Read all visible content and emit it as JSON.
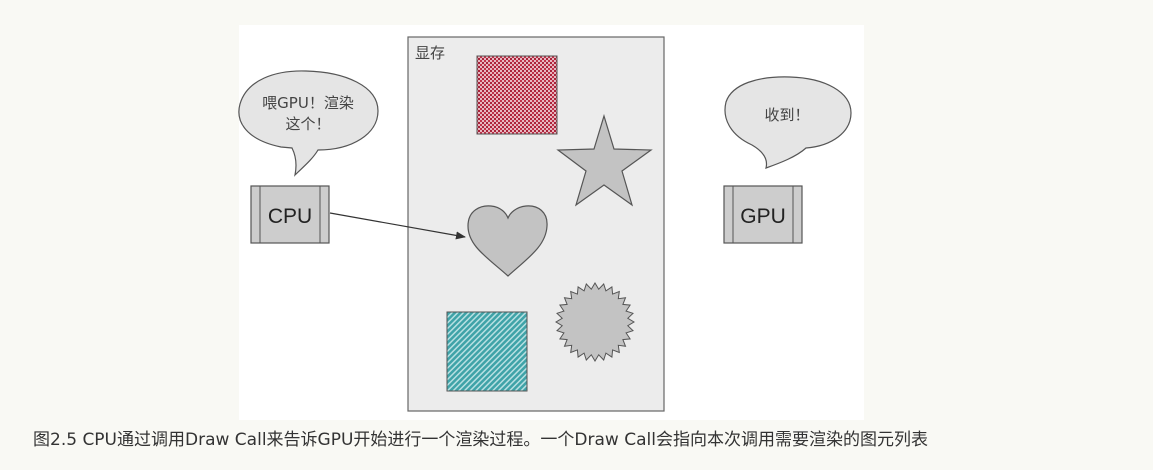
{
  "memory": {
    "label": "显存"
  },
  "cpu": {
    "label": "CPU",
    "bubble_line1": "喂GPU！渲染",
    "bubble_line2": "这个！"
  },
  "gpu": {
    "label": "GPU",
    "bubble_text": "收到！"
  },
  "primitives": [
    "textured-rectangle",
    "star",
    "heart",
    "striped-square",
    "sawtooth-circle"
  ],
  "colors": {
    "memory_bg": "#ececec",
    "shape_gray": "#c3c3c3",
    "red_texture": "#c03048",
    "teal_texture": "#3fa3a8",
    "caption_text": "#333333"
  },
  "caption": "图2.5 CPU通过调用Draw Call来告诉GPU开始进行一个渲染过程。一个Draw Call会指向本次调用需要渲染的图元列表"
}
